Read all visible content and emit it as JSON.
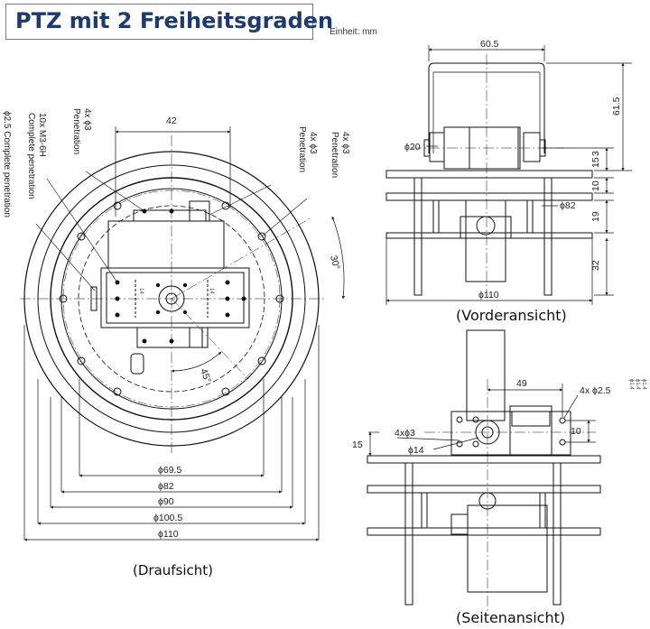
{
  "title": "PTZ mit 2 Freiheitsgraden",
  "unit_note": "Einheit: mm",
  "views": {
    "top": "(Draufsicht)",
    "front": "(Vorderansicht)",
    "side": "(Seitenansicht)"
  },
  "top_view": {
    "dim_width": "42",
    "diameters": [
      "ϕ69.5",
      "ϕ82",
      "ϕ90",
      "ϕ100.5",
      "ϕ110"
    ],
    "angle_30": "30°",
    "angle_45": "45°",
    "center_marks": [
      "14",
      "14"
    ],
    "notes": {
      "m3_line1": "10x M3-6H",
      "m3_line2": "Complete penetration",
      "phi25_line1": "ϕ2.5 Complete penetration",
      "phi3_a_line1": "4x ϕ3",
      "phi3_a_line2": "Penetration",
      "phi3_b_line1": "4x ϕ3",
      "phi3_b_line2": "Penetration",
      "phi3_c_line1": "Penetration",
      "phi3_c_line2": "4x ϕ3"
    }
  },
  "front_view": {
    "dim_width": "60.5",
    "dim_height": "61.5",
    "dim_3": "3",
    "dim_15": "15",
    "dim_10": "10",
    "dim_19": "19",
    "dim_32": "32",
    "phi20": "ϕ20",
    "phi82": "ϕ82",
    "phi110": "ϕ110"
  },
  "side_view": {
    "dim_49": "49",
    "note_phi25": "4x ϕ2.5",
    "note_phi3": "4xϕ3",
    "phi14": "ϕ14",
    "dim_15": "15",
    "dim_10": "10",
    "tiny_marks": [
      "ϕ1.4",
      "ϕ1.4",
      "ϕ1.4"
    ]
  }
}
